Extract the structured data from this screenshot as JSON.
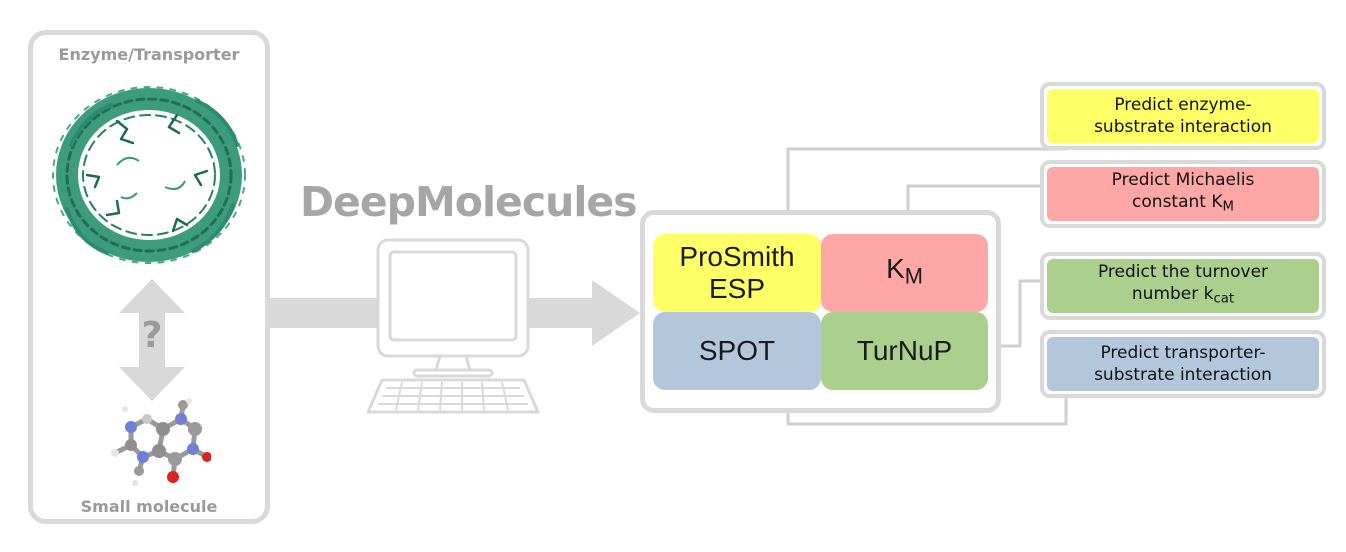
{
  "input_panel": {
    "top_label": "Enzyme/Transporter",
    "question_mark": "?",
    "bottom_label": "Small molecule"
  },
  "brand": {
    "title": "DeepMolecules"
  },
  "models": [
    {
      "id": "prosmith",
      "lines": [
        "ProSmith",
        "ESP"
      ],
      "color": "#ffff66"
    },
    {
      "id": "km",
      "main": "K",
      "sub": "M",
      "color": "#ffa6a6"
    },
    {
      "id": "spot",
      "lines": [
        "SPOT"
      ],
      "color": "#b3c6db"
    },
    {
      "id": "turnup",
      "lines": [
        "TurNuP"
      ],
      "color": "#abd08e"
    }
  ],
  "tasks": [
    {
      "id": "esp",
      "line1": "Predict enzyme-",
      "line2": "substrate interaction",
      "line2_sub": "",
      "color": "#ffff66"
    },
    {
      "id": "km",
      "line1": "Predict Michaelis",
      "line2": "constant K",
      "line2_sub": "M",
      "color": "#ffa6a6"
    },
    {
      "id": "kcat",
      "line1": "Predict the turnover",
      "line2": "number k",
      "line2_sub": "cat",
      "color": "#abd08e"
    },
    {
      "id": "spot",
      "line1": "Predict transporter-",
      "line2": "substrate interaction",
      "line2_sub": "",
      "color": "#b3c6db"
    }
  ],
  "colors": {
    "frame": "#d9d9d9",
    "arrow": "#d9d9d9",
    "connector": "#cfcfcf",
    "protein": "#2e8b6f"
  }
}
